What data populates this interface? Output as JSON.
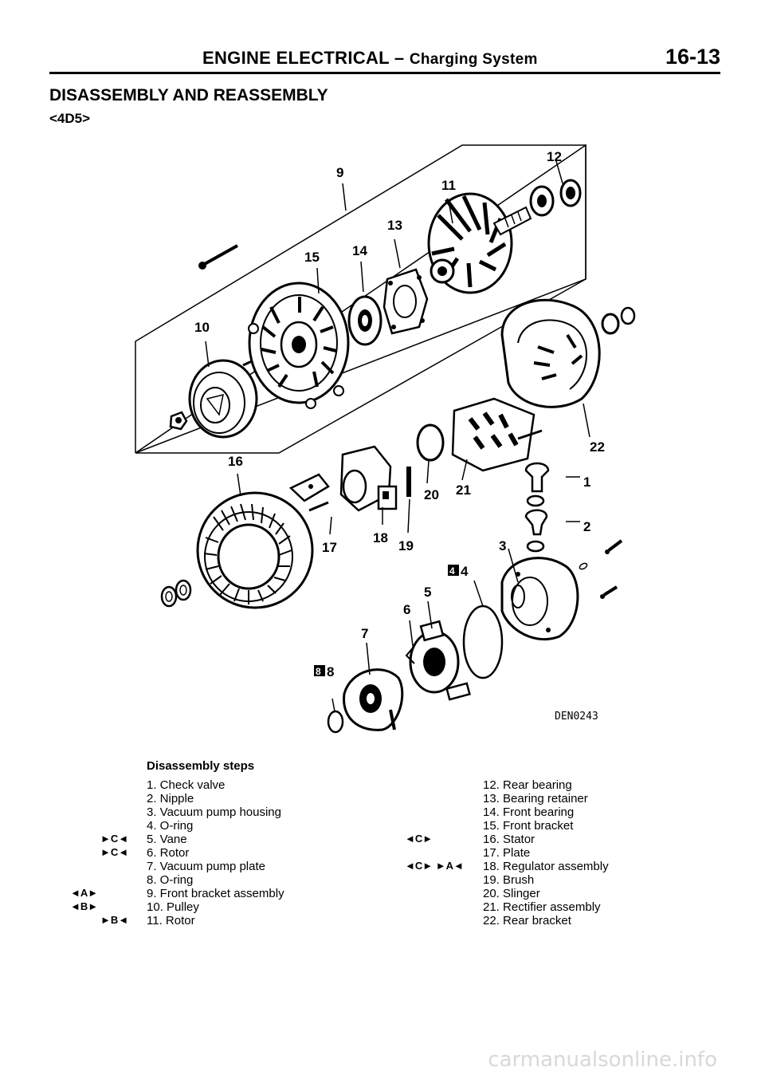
{
  "header": {
    "title_main": "ENGINE ELECTRICAL",
    "title_sep": " – ",
    "title_sub": "Charging System",
    "page_number": "16-13"
  },
  "section": {
    "title": "DISASSEMBLY AND REASSEMBLY",
    "engine_code": "<4D5>"
  },
  "diagram": {
    "figure_code": "DEN0243",
    "callouts": [
      "1",
      "2",
      "3",
      "4",
      "5",
      "6",
      "7",
      "8",
      "9",
      "10",
      "11",
      "12",
      "13",
      "14",
      "15",
      "16",
      "17",
      "18",
      "19",
      "20",
      "21",
      "22"
    ],
    "n_marked": [
      "4",
      "8"
    ]
  },
  "steps": {
    "title": "Disassembly steps",
    "left": [
      {
        "text": "1. Check valve",
        "marks": ""
      },
      {
        "text": "2. Nipple",
        "marks": ""
      },
      {
        "text": "3. Vacuum pump housing",
        "marks": ""
      },
      {
        "text": "4. O-ring",
        "marks": ""
      },
      {
        "text": "5. Vane",
        "marks": "►C◄"
      },
      {
        "text": "6. Rotor",
        "marks": "►C◄"
      },
      {
        "text": "7. Vacuum pump plate",
        "marks": ""
      },
      {
        "text": "8. O-ring",
        "marks": ""
      },
      {
        "text": "9. Front bracket assembly",
        "marks": "◄A►"
      },
      {
        "text": "10. Pulley",
        "marks": "◄B►"
      },
      {
        "text": "11. Rotor",
        "marks": "►B◄"
      }
    ],
    "right": [
      {
        "text": "12. Rear bearing",
        "marks": ""
      },
      {
        "text": "13. Bearing retainer",
        "marks": ""
      },
      {
        "text": "14. Front bearing",
        "marks": ""
      },
      {
        "text": "15. Front bracket",
        "marks": ""
      },
      {
        "text": "16. Stator",
        "marks": "◄C►"
      },
      {
        "text": "17. Plate",
        "marks": ""
      },
      {
        "text": "18. Regulator assembly",
        "marks": "◄C►  ►A◄"
      },
      {
        "text": "19. Brush",
        "marks": ""
      },
      {
        "text": "20. Slinger",
        "marks": ""
      },
      {
        "text": "21. Rectifier assembly",
        "marks": ""
      },
      {
        "text": "22. Rear bracket",
        "marks": ""
      }
    ]
  },
  "watermark": "carmanualsonline.info"
}
